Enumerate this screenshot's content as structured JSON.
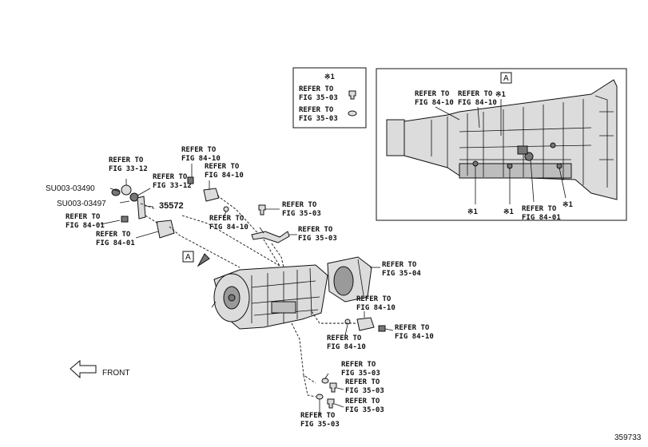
{
  "refer_to": "REFER TO",
  "fig_33_12": "FIG 33-12",
  "fig_84_10": "FIG 84-10",
  "fig_84_01": "FIG 84-01",
  "fig_35_03": "FIG 35-03",
  "fig_35_04": "FIG 35-04",
  "su_03490": "SU003-03490",
  "su_03497": "SU003-03497",
  "part_35572": "35572",
  "note_mark": "※1",
  "box_a_label": "A",
  "front_label": "FRONT",
  "illustration_code": "359733"
}
